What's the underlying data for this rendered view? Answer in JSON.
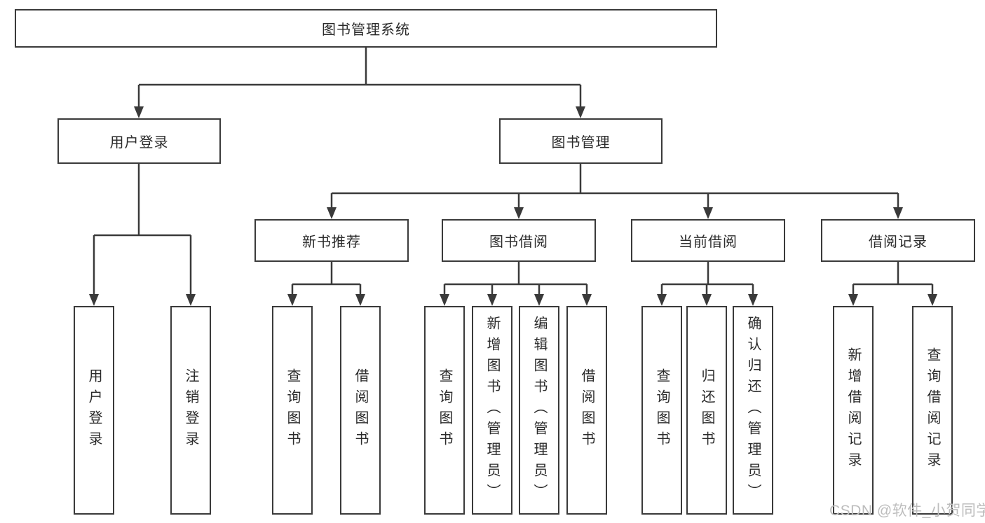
{
  "theme": {
    "line_color": "#3a3a3a",
    "box_border_color": "#3a3a3a",
    "text_color": "#2b2b2b",
    "watermark_color": "#bdbdbd",
    "background": "#ffffff"
  },
  "watermark": "CSDN @软件_小贺同学",
  "tree": {
    "root": "图书管理系统",
    "branches": [
      {
        "label": "用户登录",
        "children": [
          {
            "label": "用户登录"
          },
          {
            "label": "注销登录"
          }
        ]
      },
      {
        "label": "图书管理",
        "children": [
          {
            "label": "新书推荐",
            "children": [
              {
                "label": "查询图书"
              },
              {
                "label": "借阅图书"
              }
            ]
          },
          {
            "label": "图书借阅",
            "children": [
              {
                "label": "查询图书"
              },
              {
                "label": "新增图书（管理员）"
              },
              {
                "label": "编辑图书（管理员）"
              },
              {
                "label": "借阅图书"
              }
            ]
          },
          {
            "label": "当前借阅",
            "children": [
              {
                "label": "查询图书"
              },
              {
                "label": "归还图书"
              },
              {
                "label": "确认归还（管理员）"
              }
            ]
          },
          {
            "label": "借阅记录",
            "children": [
              {
                "label": "新增借阅记录"
              },
              {
                "label": "查询借阅记录"
              }
            ]
          }
        ]
      }
    ]
  }
}
